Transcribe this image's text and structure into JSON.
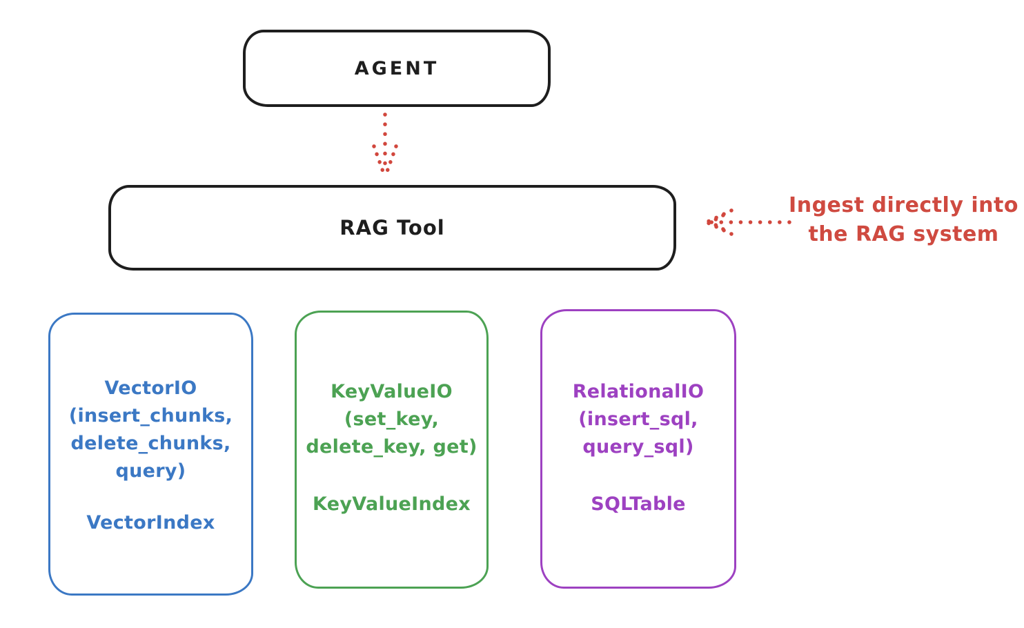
{
  "colors": {
    "ink": "#1e1e1e",
    "red": "#d1473d",
    "blue": "#3b78c4",
    "green": "#4ca253",
    "purple": "#9d41c1",
    "background": "#ffffff"
  },
  "agent_box": {
    "label": "AGENT"
  },
  "rag_box": {
    "label": "RAG Tool"
  },
  "annotation": {
    "line1": "Ingest directly into",
    "line2": "the RAG system"
  },
  "arrows": {
    "agent_to_rag": {
      "style": "dotted",
      "direction": "down"
    },
    "ingest_to_rag": {
      "style": "dotted",
      "direction": "left"
    }
  },
  "io_boxes": [
    {
      "name": "vector",
      "color": "#3b78c4",
      "lines": [
        "VectorIO",
        "(insert_chunks,",
        "delete_chunks,",
        "query)"
      ],
      "index_label": "VectorIndex"
    },
    {
      "name": "keyvalue",
      "color": "#4ca253",
      "lines": [
        "KeyValueIO",
        "(set_key,",
        "delete_key, get)"
      ],
      "index_label": "KeyValueIndex"
    },
    {
      "name": "relational",
      "color": "#9d41c1",
      "lines": [
        "RelationalIO",
        "(insert_sql,",
        "query_sql)"
      ],
      "index_label": "SQLTable"
    }
  ]
}
